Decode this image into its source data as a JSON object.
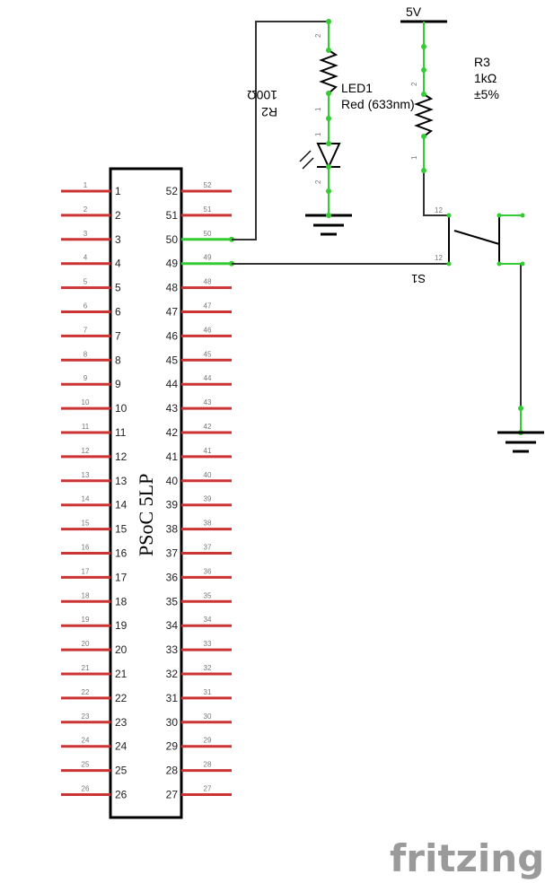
{
  "chip": {
    "name": "PSoC 5LP",
    "left_pins": [
      "1",
      "2",
      "3",
      "4",
      "5",
      "6",
      "7",
      "8",
      "9",
      "10",
      "11",
      "12",
      "13",
      "14",
      "15",
      "16",
      "17",
      "18",
      "19",
      "20",
      "21",
      "22",
      "23",
      "24",
      "25",
      "26"
    ],
    "right_pins": [
      "52",
      "51",
      "50",
      "49",
      "48",
      "47",
      "46",
      "45",
      "44",
      "43",
      "42",
      "41",
      "40",
      "39",
      "38",
      "37",
      "36",
      "35",
      "34",
      "33",
      "32",
      "31",
      "30",
      "29",
      "28",
      "27"
    ]
  },
  "colors": {
    "pin": "#cc3333",
    "wire": "#333333",
    "connected": "#33cc33",
    "outline": "#000000",
    "brand": "#9a9a9a"
  },
  "power": {
    "label": "5V"
  },
  "r2": {
    "name": "R2",
    "value": "100Ω",
    "pin1": "1",
    "pin2": "2"
  },
  "led1": {
    "name": "LED1",
    "value": "Red (633nm)",
    "pin1": "1",
    "pin2": "2"
  },
  "r3": {
    "name": "R3",
    "value": "1kΩ",
    "tolerance": "±5%",
    "pin1": "1",
    "pin2": "2"
  },
  "s1": {
    "name": "S1",
    "pin_a": "12",
    "pin_b": "12"
  },
  "brand": {
    "text": "fritzing"
  }
}
